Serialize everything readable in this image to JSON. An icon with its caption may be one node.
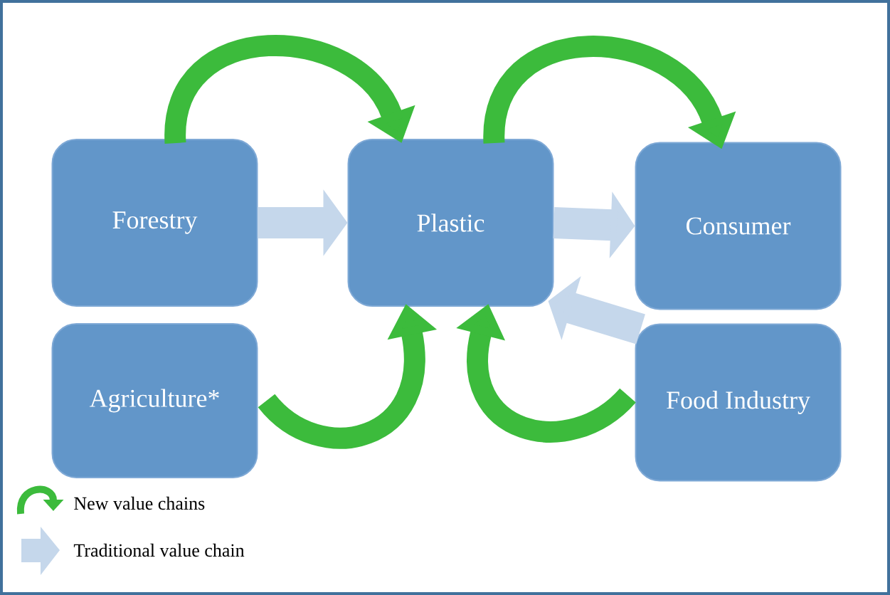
{
  "diagram": {
    "nodes": [
      {
        "text": [
          "Forestry"
        ]
      },
      {
        "text": [
          "Plastic"
        ]
      },
      {
        "text": [
          "Consumer"
        ]
      },
      {
        "text": [
          "Agriculture*"
        ]
      },
      {
        "text": [
          "Food Industry"
        ]
      }
    ],
    "edges": [
      {
        "from": 0,
        "to": 1,
        "arrow": "to"
      },
      {
        "from": 1,
        "to": 2,
        "arrow": "to"
      },
      {
        "from": 3,
        "to": 1,
        "arrow": "to"
      },
      {
        "from": 4,
        "to": 1,
        "arrow": "to"
      },
      {
        "from": 0,
        "to": 1,
        "arrow": "to",
        "color": "#c5d7eb"
      },
      {
        "from": 1,
        "to": 2,
        "arrow": "to",
        "color": "#c5d7eb"
      },
      {
        "from": 4,
        "to": 1,
        "arrow": "to",
        "color": "#c5d7eb"
      }
    ],
    "legend": [
      {
        "text": "New value chains"
      },
      {
        "text": "Traditional value chain"
      }
    ]
  }
}
